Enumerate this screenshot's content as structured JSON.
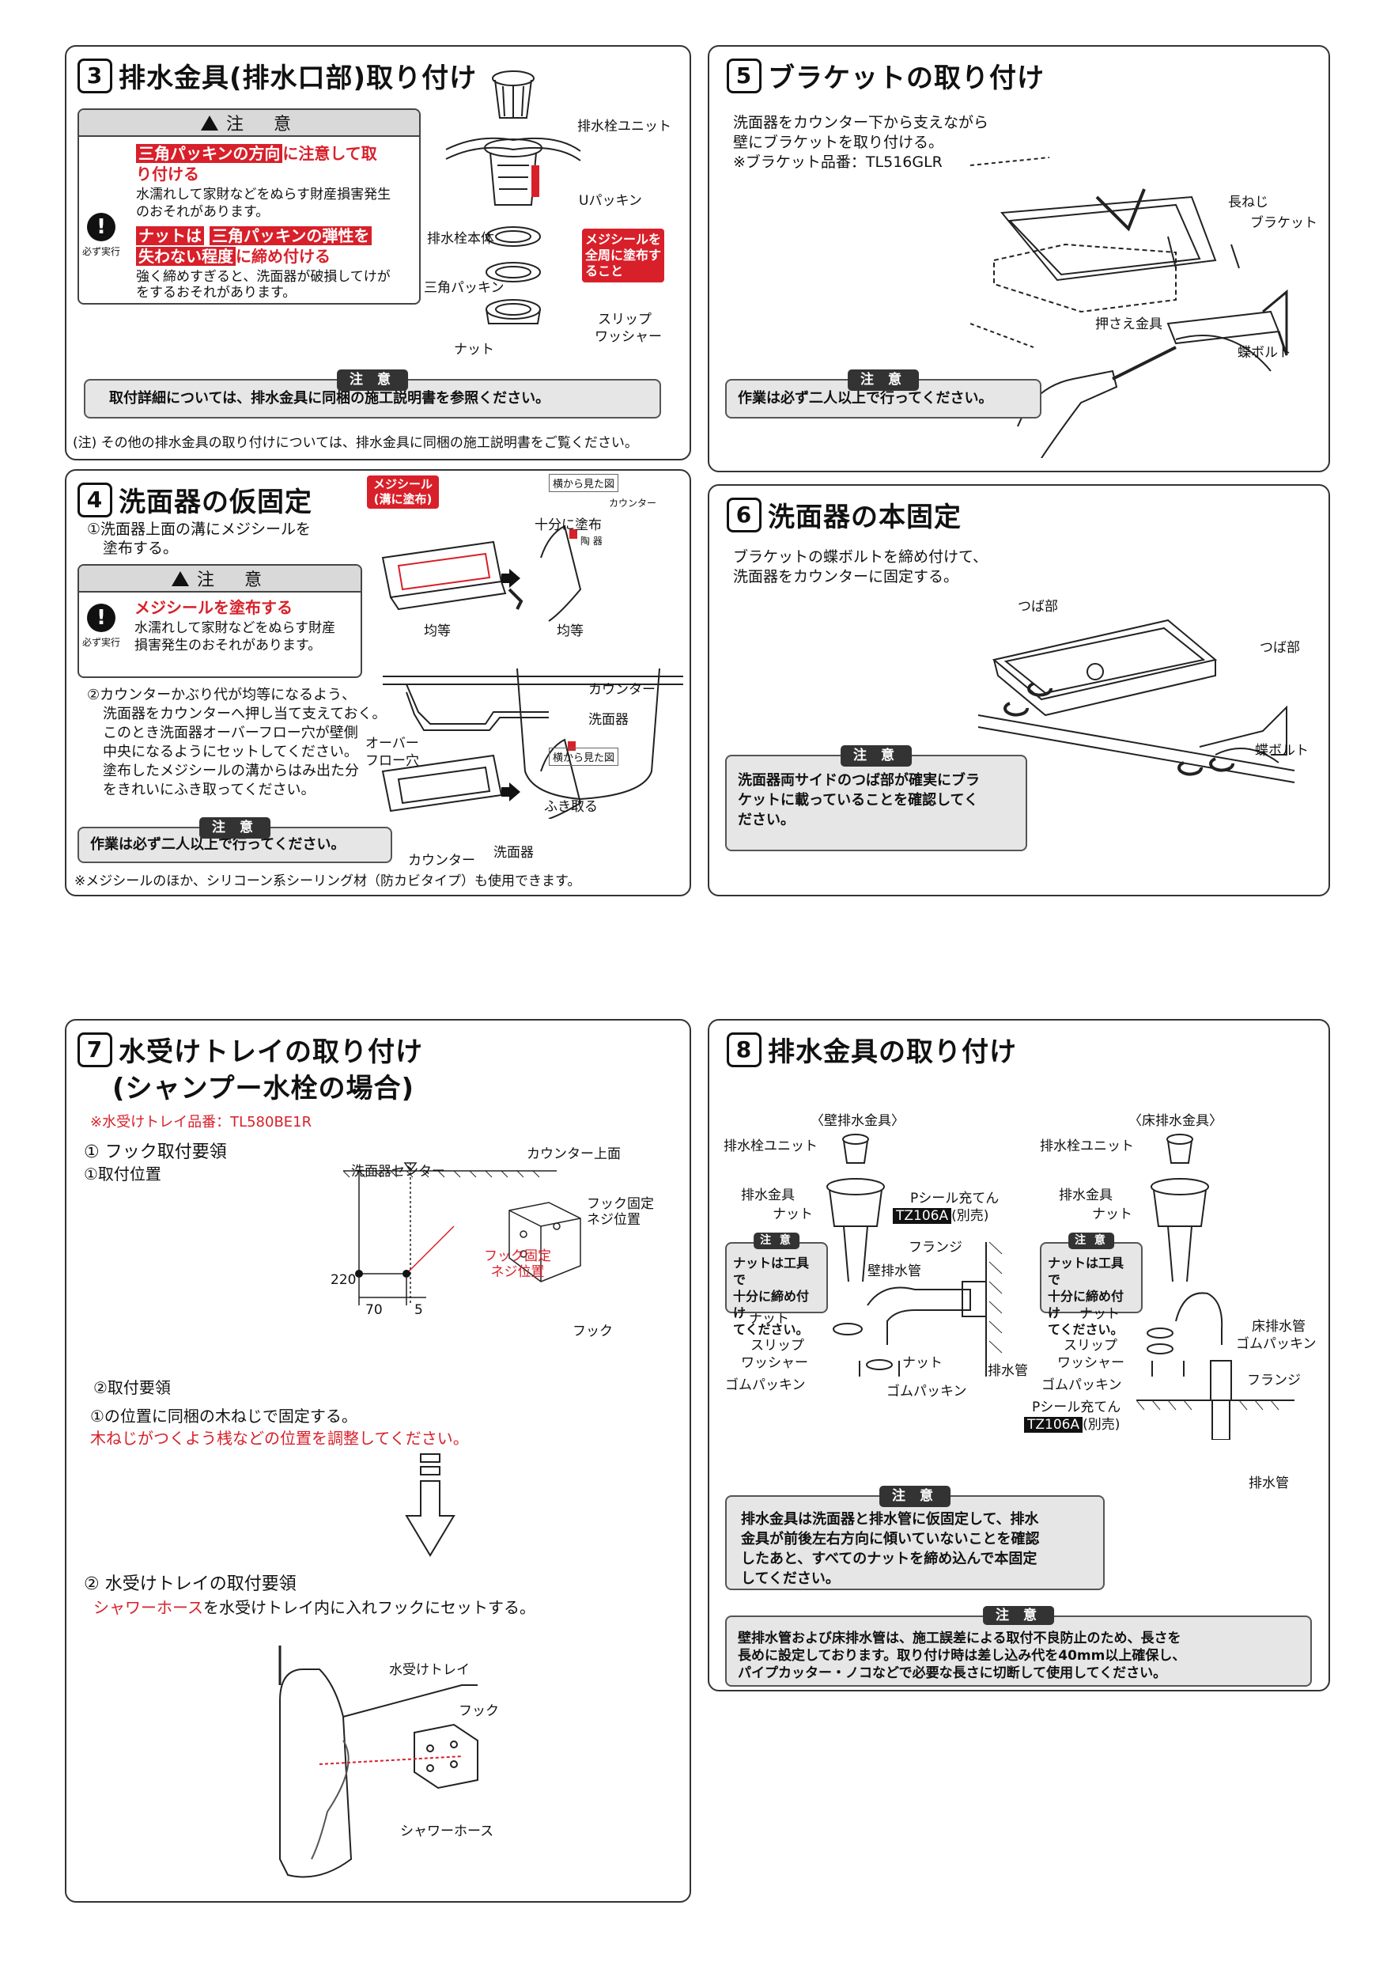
{
  "s3": {
    "num": "3",
    "title": "排水金具(排水口部)取り付け",
    "caution_head": "注　意",
    "mark_label": "必ず実行",
    "warn1a": "三角パッキンの方向",
    "warn1b": "に注意して取",
    "warn1c": "り付ける",
    "desc1a": "水濡れして家財などをぬらす財産損害発生",
    "desc1b": "のおそれがあります。",
    "warn2a": "ナットは",
    "warn2b": "三角パッキンの弾性を",
    "warn2c": "失わない程度",
    "warn2d": "に締め付ける",
    "desc2a": "強く締めすぎると、洗面器が破損してけが",
    "desc2b": "をするおそれがあります。",
    "labels": {
      "unit": "排水栓ユニット",
      "upacking": "Uパッキン",
      "body": "排水栓本体",
      "triangle": "三角パッキン",
      "nut": "ナット",
      "slip1": "スリップ",
      "slip2": "ワッシャー",
      "seal1": "メジシールを",
      "seal2": "全周に塗布す",
      "seal3": "ること"
    },
    "note_tag": "注 意",
    "note": "取付詳細については、排水金具に同梱の施工説明書を参照ください。",
    "footnote": "(注) その他の排水金具の取り付けについては、排水金具に同梱の施工説明書をご覧ください。"
  },
  "s4": {
    "num": "4",
    "title": "洗面器の仮固定",
    "step1a": "①洗面器上面の溝にメジシールを",
    "step1b": "塗布する。",
    "caution_head": "注　意",
    "mark_label": "必ず実行",
    "warn": "メジシールを塗布する",
    "desc1": "水濡れして家財などをぬらす財産",
    "desc2": "損害発生のおそれがあります。",
    "step2": [
      "②カウンターかぶり代が均等になるよう、",
      "洗面器をカウンターへ押し当て支えておく。",
      "このとき洗面器オーバーフロー穴が壁側",
      "中央になるようにセットしてください。",
      "塗布したメジシールの溝からはみ出た分",
      "をきれいにふき取ってください。"
    ],
    "note_tag": "注 意",
    "note": "作業は必ず二人以上で行ってください。",
    "footnote": "※メジシールのほか、シリコーン系シーリング材（防カビタイプ）も使用できます。",
    "labels": {
      "seal1": "メジシール",
      "seal2": "(溝に塗布)",
      "side1": "横から見た図",
      "side2": "横から見た図",
      "enough": "十分に塗布",
      "counter_s": "カウンター",
      "bowl_s": "陶 器",
      "equal1": "均等",
      "equal2": "均等",
      "counter": "カウンター",
      "bowl": "洗面器",
      "overflow1": "オーバー",
      "overflow2": "フロー穴",
      "wipe": "ふき取る",
      "counter2": "カウンター",
      "bowl2": "洗面器"
    }
  },
  "s5": {
    "num": "5",
    "title": "ブラケットの取り付け",
    "desc": [
      "洗面器をカウンター下から支えながら",
      "壁にブラケットを取り付ける。",
      "※ブラケット品番：TL516GLR"
    ],
    "labels": {
      "long_screw": "長ねじ",
      "bracket": "ブラケット",
      "presser": "押さえ金具",
      "bolt": "蝶ボルト"
    },
    "note_tag": "注 意",
    "note": "作業は必ず二人以上で行ってください。"
  },
  "s6": {
    "num": "6",
    "title": "洗面器の本固定",
    "desc": [
      "ブラケットの蝶ボルトを締め付けて、",
      "洗面器をカウンターに固定する。"
    ],
    "labels": {
      "flange1": "つば部",
      "flange2": "つば部",
      "bolt": "蝶ボルト"
    },
    "note_tag": "注 意",
    "note": [
      "洗面器両サイドのつば部が確実にブラ",
      "ケットに載っていることを確認してく",
      "ださい。"
    ]
  },
  "s7": {
    "num": "7",
    "title1": "水受けトレイの取り付け",
    "title2": "(シャンプー水栓の場合)",
    "part_no": "※水受けトレイ品番：TL580BE1R",
    "h1": "① フック取付要領",
    "h1a": "①取付位置",
    "labels": {
      "center": "洗面器センター",
      "top": "カウンター上面",
      "dim220": "220",
      "dim70": "70",
      "dim5": "5",
      "screwpos1": "フック固定",
      "screwpos2": "ネジ位置",
      "screwpos3": "フック固定",
      "screwpos4": "ネジ位置",
      "hook": "フック",
      "tray": "水受けトレイ",
      "hook2": "フック",
      "hose": "シャワーホース"
    },
    "h1b": "②取付要領",
    "s1": "①の位置に同梱の木ねじで固定する。",
    "s2": "木ねじがつくよう桟などの位置を調整してください。",
    "h2": "② 水受けトレイの取付要領",
    "s3a": "シャワーホース",
    "s3b": "を水受けトレイ内に入れフックにセットする。"
  },
  "s8": {
    "num": "8",
    "title": "排水金具の取り付け",
    "wall_title": "〈壁排水金具〉",
    "floor_title": "〈床排水金具〉",
    "wall": {
      "unit": "排水栓ユニット",
      "fitting": "排水金具",
      "nut": "ナット",
      "pseal": "Pシール充てん",
      "tz": "TZ106A",
      "sold": "(別売)",
      "flange": "フランジ",
      "wallpipe": "壁排水管",
      "nut2": "ナット",
      "slip1": "スリップ",
      "slip2": "ワッシャー",
      "nut3": "ナット",
      "gasket": "ゴムパッキン",
      "gasket2": "ゴムパッキン",
      "drain": "排水管"
    },
    "floor": {
      "unit": "排水栓ユニット",
      "fitting": "排水金具",
      "nut": "ナット",
      "nut2": "ナット",
      "floorpipe": "床排水管",
      "slip1": "スリップ",
      "slip2": "ワッシャー",
      "gasket": "ゴムパッキン",
      "gasket2": "ゴムパッキン",
      "flange": "フランジ",
      "pseal": "Pシール充てん",
      "tz": "TZ106A",
      "sold": "(別売)",
      "drain": "排水管"
    },
    "mini_tag": "注 意",
    "mini_note": [
      "ナットは工具で",
      "十分に締め付け",
      "てください。"
    ],
    "note1_tag": "注 意",
    "note1": [
      "排水金具は洗面器と排水管に仮固定して、排水",
      "金具が前後左右方向に傾いていないことを確認",
      "したあと、すべてのナットを締め込んで本固定",
      "してください。"
    ],
    "note2_tag": "注 意",
    "note2": [
      "壁排水管および床排水管は、施工誤差による取付不良防止のため、長さを",
      "長めに設定しております。取り付け時は差し込み代を40mm以上確保し、",
      "パイプカッター・ノコなどで必要な長さに切断して使用してください。"
    ]
  }
}
